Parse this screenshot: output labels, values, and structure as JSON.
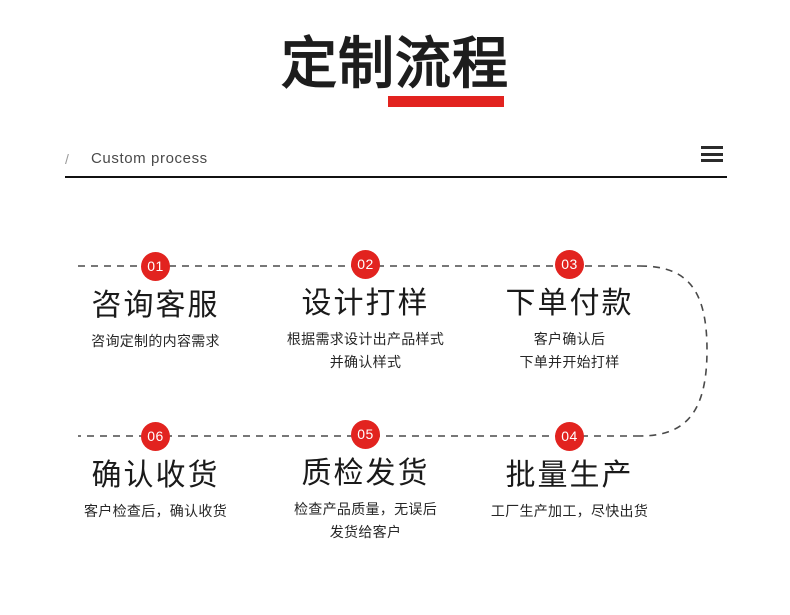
{
  "header": {
    "title": "定制流程",
    "title_highlight_color": "#e2231f",
    "subtitle_slash": "/",
    "subtitle": "Custom  process",
    "menu_icon": "hamburger-menu-icon",
    "rule_color": "#111111"
  },
  "flow": {
    "badge_color": "#e2231f",
    "connector_style": "dashed",
    "connector_color": "#4a4a4a",
    "steps": [
      {
        "number": "01",
        "title": "咨询客服",
        "desc": [
          "咨询定制的内容需求"
        ]
      },
      {
        "number": "02",
        "title": "设计打样",
        "desc": [
          "根据需求设计出产品样式",
          "并确认样式"
        ]
      },
      {
        "number": "03",
        "title": "下单付款",
        "desc": [
          "客户确认后",
          "下单并开始打样"
        ]
      },
      {
        "number": "04",
        "title": "批量生产",
        "desc": [
          "工厂生产加工，尽快出货"
        ]
      },
      {
        "number": "05",
        "title": "质检发货",
        "desc": [
          "检查产品质量，无误后",
          "发货给客户"
        ]
      },
      {
        "number": "06",
        "title": "确认收货",
        "desc": [
          "客户检查后，确认收货"
        ]
      }
    ]
  }
}
